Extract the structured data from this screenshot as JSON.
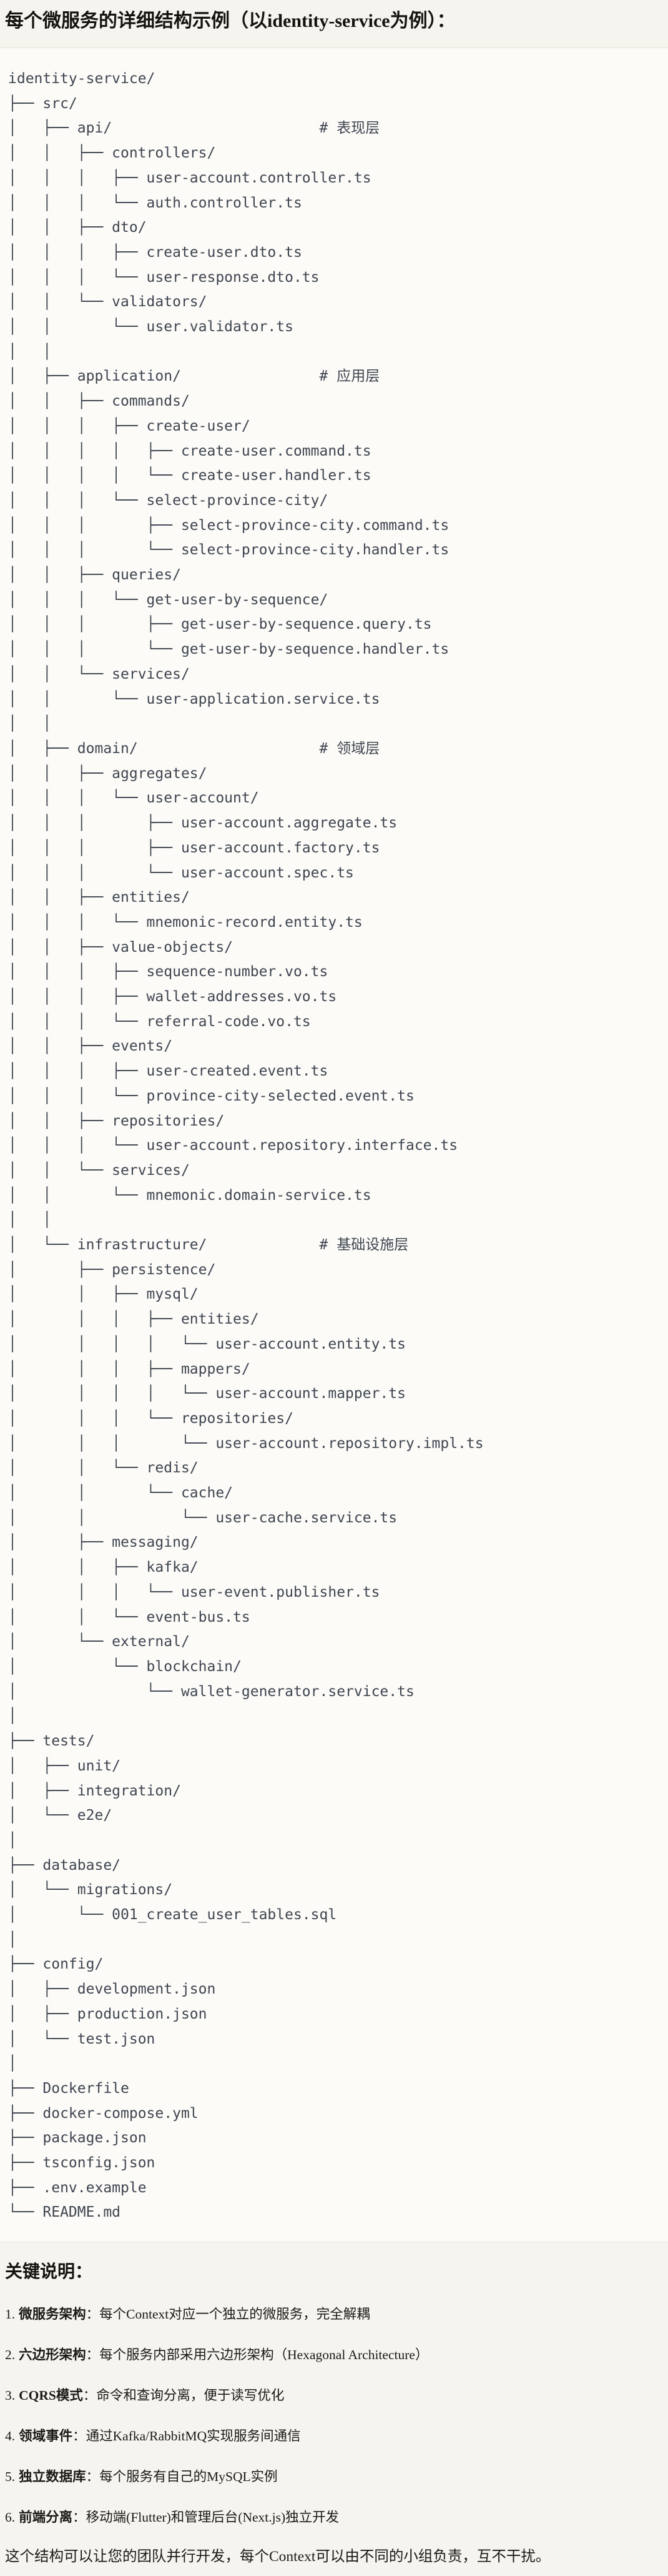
{
  "page": {
    "title_heading": "每个微服务的详细结构示例（以identity-service为例）：",
    "notes_heading": "关键说明：",
    "closing_paragraph": "这个结构可以让您的团队并行开发，每个Context可以由不同的小组负责，互不干扰。"
  },
  "colors": {
    "page_bg": "#f6f4ee",
    "code_bg": "#fcfbf8",
    "border": "#e6e3db",
    "code_text": "#3f4550",
    "body_text": "#1b1a17"
  },
  "file_tree": {
    "root": "identity-service/",
    "layer_comments": [
      "# 表现层",
      "# 应用层",
      "# 领域层",
      "# 基础设施层"
    ],
    "lines": [
      "identity-service/",
      "├── src/",
      "│   ├── api/                        # 表现层",
      "│   │   ├── controllers/",
      "│   │   │   ├── user-account.controller.ts",
      "│   │   │   └── auth.controller.ts",
      "│   │   ├── dto/",
      "│   │   │   ├── create-user.dto.ts",
      "│   │   │   └── user-response.dto.ts",
      "│   │   └── validators/",
      "│   │       └── user.validator.ts",
      "│   │",
      "│   ├── application/                # 应用层",
      "│   │   ├── commands/",
      "│   │   │   ├── create-user/",
      "│   │   │   │   ├── create-user.command.ts",
      "│   │   │   │   └── create-user.handler.ts",
      "│   │   │   └── select-province-city/",
      "│   │   │       ├── select-province-city.command.ts",
      "│   │   │       └── select-province-city.handler.ts",
      "│   │   ├── queries/",
      "│   │   │   └── get-user-by-sequence/",
      "│   │   │       ├── get-user-by-sequence.query.ts",
      "│   │   │       └── get-user-by-sequence.handler.ts",
      "│   │   └── services/",
      "│   │       └── user-application.service.ts",
      "│   │",
      "│   ├── domain/                     # 领域层",
      "│   │   ├── aggregates/",
      "│   │   │   └── user-account/",
      "│   │   │       ├── user-account.aggregate.ts",
      "│   │   │       ├── user-account.factory.ts",
      "│   │   │       └── user-account.spec.ts",
      "│   │   ├── entities/",
      "│   │   │   └── mnemonic-record.entity.ts",
      "│   │   ├── value-objects/",
      "│   │   │   ├── sequence-number.vo.ts",
      "│   │   │   ├── wallet-addresses.vo.ts",
      "│   │   │   └── referral-code.vo.ts",
      "│   │   ├── events/",
      "│   │   │   ├── user-created.event.ts",
      "│   │   │   └── province-city-selected.event.ts",
      "│   │   ├── repositories/",
      "│   │   │   └── user-account.repository.interface.ts",
      "│   │   └── services/",
      "│   │       └── mnemonic.domain-service.ts",
      "│   │",
      "│   └── infrastructure/             # 基础设施层",
      "│       ├── persistence/",
      "│       │   ├── mysql/",
      "│       │   │   ├── entities/",
      "│       │   │   │   └── user-account.entity.ts",
      "│       │   │   ├── mappers/",
      "│       │   │   │   └── user-account.mapper.ts",
      "│       │   │   └── repositories/",
      "│       │   │       └── user-account.repository.impl.ts",
      "│       │   └── redis/",
      "│       │       └── cache/",
      "│       │           └── user-cache.service.ts",
      "│       ├── messaging/",
      "│       │   ├── kafka/",
      "│       │   │   └── user-event.publisher.ts",
      "│       │   └── event-bus.ts",
      "│       └── external/",
      "│           └── blockchain/",
      "│               └── wallet-generator.service.ts",
      "│",
      "├── tests/",
      "│   ├── unit/",
      "│   ├── integration/",
      "│   └── e2e/",
      "│",
      "├── database/",
      "│   └── migrations/",
      "│       └── 001_create_user_tables.sql",
      "│",
      "├── config/",
      "│   ├── development.json",
      "│   ├── production.json",
      "│   └── test.json",
      "│",
      "├── Dockerfile",
      "├── docker-compose.yml",
      "├── package.json",
      "├── tsconfig.json",
      "├── .env.example",
      "└── README.md"
    ]
  },
  "notes": [
    {
      "num": "1.",
      "term": "微服务架构",
      "colon": "：",
      "desc": "每个Context对应一个独立的微服务，完全解耦"
    },
    {
      "num": "2.",
      "term": "六边形架构",
      "colon": "：",
      "desc": "每个服务内部采用六边形架构（Hexagonal Architecture）"
    },
    {
      "num": "3.",
      "term": "CQRS模式",
      "colon": "：",
      "desc": "命令和查询分离，便于读写优化"
    },
    {
      "num": "4.",
      "term": "领域事件",
      "colon": "：",
      "desc": "通过Kafka/RabbitMQ实现服务间通信"
    },
    {
      "num": "5.",
      "term": "独立数据库",
      "colon": "：",
      "desc": "每个服务有自己的MySQL实例"
    },
    {
      "num": "6.",
      "term": "前端分离",
      "colon": "：",
      "desc": "移动端(Flutter)和管理后台(Next.js)独立开发"
    }
  ]
}
